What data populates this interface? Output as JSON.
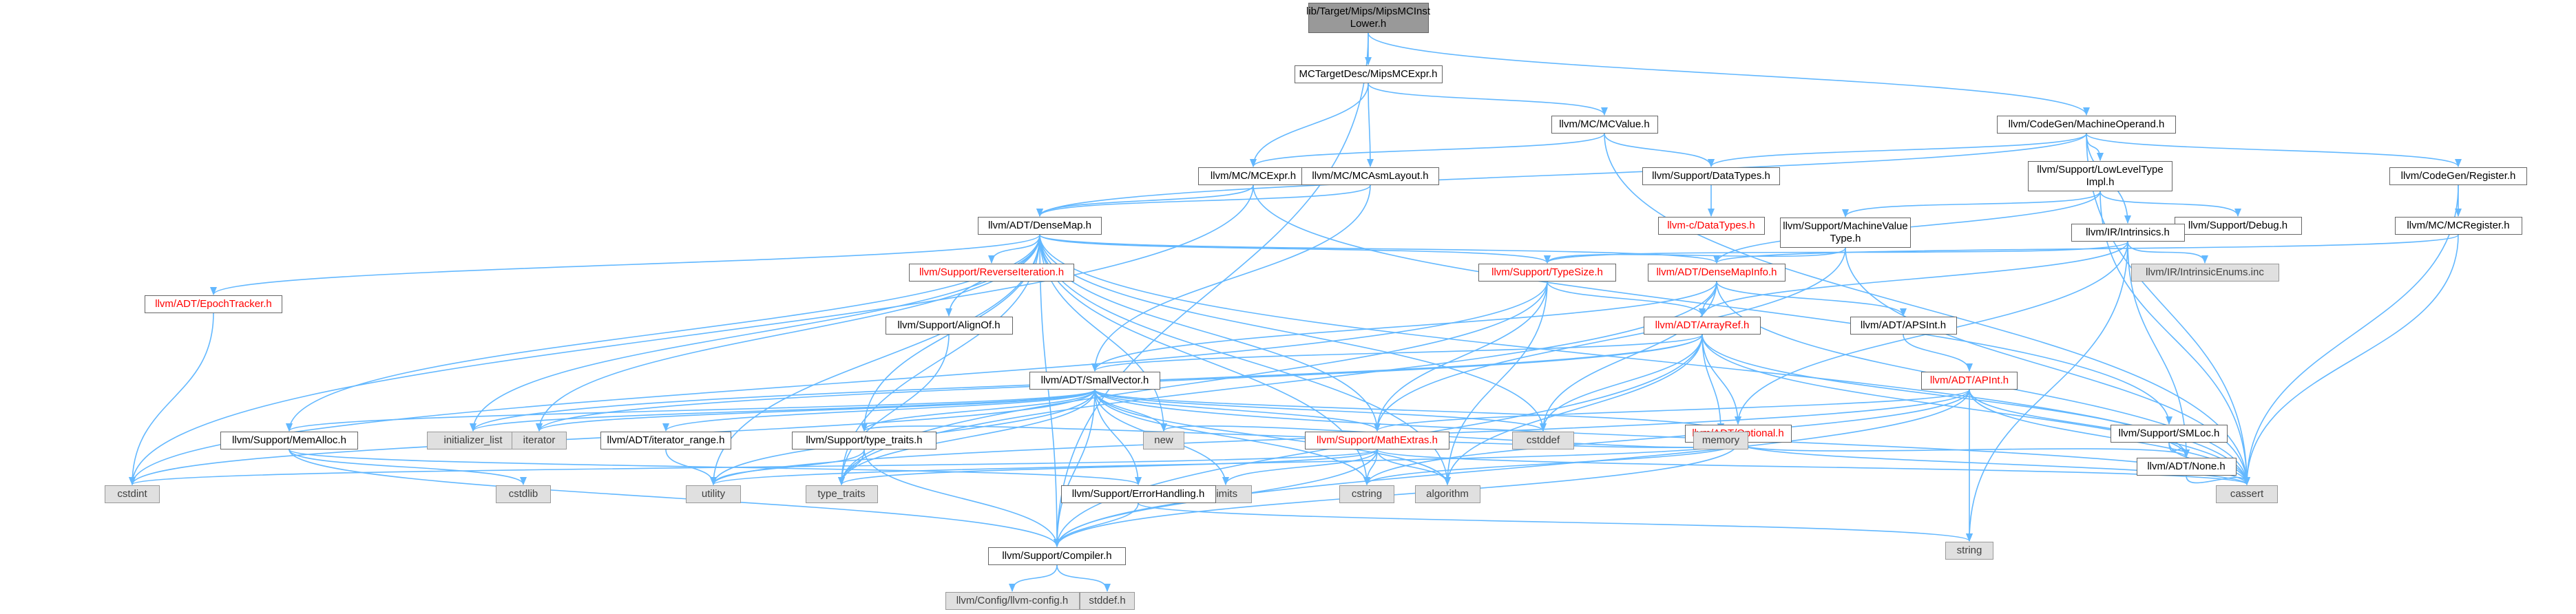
{
  "graph": {
    "edge_color": "#63b8ff",
    "nodes": [
      {
        "id": "root",
        "label": "lib/Target/Mips/MipsMCInst\nLower.h",
        "kind": "root"
      },
      {
        "id": "mipsmcexpr",
        "label": "MCTargetDesc/MipsMCExpr.h",
        "kind": "normal"
      },
      {
        "id": "machineoperand",
        "label": "llvm/CodeGen/MachineOperand.h",
        "kind": "normal"
      },
      {
        "id": "mcvalue",
        "label": "llvm/MC/MCValue.h",
        "kind": "normal"
      },
      {
        "id": "mcexpr",
        "label": "llvm/MC/MCExpr.h",
        "kind": "normal"
      },
      {
        "id": "mcasmlayout",
        "label": "llvm/MC/MCAsmLayout.h",
        "kind": "normal"
      },
      {
        "id": "datatypes",
        "label": "llvm/Support/DataTypes.h",
        "kind": "normal"
      },
      {
        "id": "cdatatypes",
        "label": "llvm-c/DataTypes.h",
        "kind": "red"
      },
      {
        "id": "lowleveltype",
        "label": "llvm/Support/LowLevelType\nImpl.h",
        "kind": "normal"
      },
      {
        "id": "register",
        "label": "llvm/CodeGen/Register.h",
        "kind": "normal"
      },
      {
        "id": "mcregister",
        "label": "llvm/MC/MCRegister.h",
        "kind": "normal"
      },
      {
        "id": "debug",
        "label": "llvm/Support/Debug.h",
        "kind": "normal"
      },
      {
        "id": "densemap",
        "label": "llvm/ADT/DenseMap.h",
        "kind": "normal"
      },
      {
        "id": "machinevaluetype",
        "label": "llvm/Support/MachineValue\nType.h",
        "kind": "normal"
      },
      {
        "id": "intrinsics",
        "label": "llvm/IR/Intrinsics.h",
        "kind": "normal"
      },
      {
        "id": "intrinsicenums",
        "label": "llvm/IR/IntrinsicEnums.inc",
        "kind": "sys"
      },
      {
        "id": "epochtracker",
        "label": "llvm/ADT/EpochTracker.h",
        "kind": "red"
      },
      {
        "id": "reverseiteration",
        "label": "llvm/Support/ReverseIteration.h",
        "kind": "red"
      },
      {
        "id": "typesize",
        "label": "llvm/Support/TypeSize.h",
        "kind": "red"
      },
      {
        "id": "densemapinfo",
        "label": "llvm/ADT/DenseMapInfo.h",
        "kind": "red"
      },
      {
        "id": "alignof",
        "label": "llvm/Support/AlignOf.h",
        "kind": "normal"
      },
      {
        "id": "apsint",
        "label": "llvm/ADT/APSInt.h",
        "kind": "normal"
      },
      {
        "id": "arrayref",
        "label": "llvm/ADT/ArrayRef.h",
        "kind": "red"
      },
      {
        "id": "apint",
        "label": "llvm/ADT/APInt.h",
        "kind": "red"
      },
      {
        "id": "smallvector",
        "label": "llvm/ADT/SmallVector.h",
        "kind": "normal"
      },
      {
        "id": "smloc",
        "label": "llvm/Support/SMLoc.h",
        "kind": "normal"
      },
      {
        "id": "optional",
        "label": "llvm/ADT/Optional.h",
        "kind": "red"
      },
      {
        "id": "memalloc",
        "label": "llvm/Support/MemAlloc.h",
        "kind": "normal"
      },
      {
        "id": "initializer_list",
        "label": "initializer_list",
        "kind": "sys"
      },
      {
        "id": "iterator",
        "label": "iterator",
        "kind": "sys"
      },
      {
        "id": "iterator_range",
        "label": "llvm/ADT/iterator_range.h",
        "kind": "normal"
      },
      {
        "id": "type_traits_h",
        "label": "llvm/Support/type_traits.h",
        "kind": "normal"
      },
      {
        "id": "new",
        "label": "new",
        "kind": "sys"
      },
      {
        "id": "mathextras",
        "label": "llvm/Support/MathExtras.h",
        "kind": "red"
      },
      {
        "id": "cstddef",
        "label": "cstddef",
        "kind": "sys"
      },
      {
        "id": "memory",
        "label": "memory",
        "kind": "sys"
      },
      {
        "id": "none",
        "label": "llvm/ADT/None.h",
        "kind": "normal"
      },
      {
        "id": "cstdint",
        "label": "cstdint",
        "kind": "sys"
      },
      {
        "id": "cstdlib",
        "label": "cstdlib",
        "kind": "sys"
      },
      {
        "id": "utility",
        "label": "utility",
        "kind": "sys"
      },
      {
        "id": "type_traits",
        "label": "type_traits",
        "kind": "sys"
      },
      {
        "id": "limits",
        "label": "limits",
        "kind": "sys"
      },
      {
        "id": "cstring",
        "label": "cstring",
        "kind": "sys"
      },
      {
        "id": "algorithm",
        "label": "algorithm",
        "kind": "sys"
      },
      {
        "id": "errorhandling",
        "label": "llvm/Support/ErrorHandling.h",
        "kind": "normal"
      },
      {
        "id": "cassert",
        "label": "cassert",
        "kind": "sys"
      },
      {
        "id": "string",
        "label": "string",
        "kind": "sys"
      },
      {
        "id": "compiler",
        "label": "llvm/Support/Compiler.h",
        "kind": "normal"
      },
      {
        "id": "llvmconfig",
        "label": "llvm/Config/llvm-config.h",
        "kind": "sys"
      },
      {
        "id": "stddef",
        "label": "stddef.h",
        "kind": "sys"
      }
    ],
    "edges": [
      [
        "root",
        "mipsmcexpr"
      ],
      [
        "root",
        "machineoperand"
      ],
      [
        "root",
        "compiler"
      ],
      [
        "mipsmcexpr",
        "mcexpr"
      ],
      [
        "mipsmcexpr",
        "mcasmlayout"
      ],
      [
        "mipsmcexpr",
        "mcvalue"
      ],
      [
        "mcvalue",
        "mcexpr"
      ],
      [
        "mcvalue",
        "datatypes"
      ],
      [
        "mcvalue",
        "cassert"
      ],
      [
        "mcexpr",
        "densemap"
      ],
      [
        "mcexpr",
        "cstdint"
      ],
      [
        "mcexpr",
        "smloc"
      ],
      [
        "mcasmlayout",
        "densemap"
      ],
      [
        "mcasmlayout",
        "smallvector"
      ],
      [
        "datatypes",
        "cdatatypes"
      ],
      [
        "machineoperand",
        "densemap"
      ],
      [
        "machineoperand",
        "datatypes"
      ],
      [
        "machineoperand",
        "lowleveltype"
      ],
      [
        "machineoperand",
        "register"
      ],
      [
        "machineoperand",
        "intrinsics"
      ],
      [
        "machineoperand",
        "cassert"
      ],
      [
        "register",
        "mcregister"
      ],
      [
        "register",
        "cassert"
      ],
      [
        "mcregister",
        "densemapinfo"
      ],
      [
        "mcregister",
        "cassert"
      ],
      [
        "lowleveltype",
        "machinevaluetype"
      ],
      [
        "lowleveltype",
        "debug"
      ],
      [
        "lowleveltype",
        "cassert"
      ],
      [
        "lowleveltype",
        "densemapinfo"
      ],
      [
        "machinevaluetype",
        "typesize"
      ],
      [
        "machinevaluetype",
        "mathextras"
      ],
      [
        "machinevaluetype",
        "cassert"
      ],
      [
        "intrinsics",
        "intrinsicenums"
      ],
      [
        "intrinsics",
        "arrayref"
      ],
      [
        "intrinsics",
        "none"
      ],
      [
        "intrinsics",
        "optional"
      ],
      [
        "intrinsics",
        "typesize"
      ],
      [
        "intrinsics",
        "string"
      ],
      [
        "densemap",
        "epochtracker"
      ],
      [
        "densemap",
        "reverseiteration"
      ],
      [
        "densemap",
        "typesize"
      ],
      [
        "densemap",
        "densemapinfo"
      ],
      [
        "densemap",
        "alignof"
      ],
      [
        "densemap",
        "compiler"
      ],
      [
        "densemap",
        "memalloc"
      ],
      [
        "densemap",
        "initializer_list"
      ],
      [
        "densemap",
        "iterator"
      ],
      [
        "densemap",
        "mathextras"
      ],
      [
        "densemap",
        "type_traits_h"
      ],
      [
        "densemap",
        "type_traits"
      ],
      [
        "densemap",
        "utility"
      ],
      [
        "densemap",
        "algorithm"
      ],
      [
        "densemap",
        "cstddef"
      ],
      [
        "densemap",
        "cstring"
      ],
      [
        "densemap",
        "new"
      ],
      [
        "densemap",
        "cassert"
      ],
      [
        "epochtracker",
        "cstdint"
      ],
      [
        "typesize",
        "arrayref"
      ],
      [
        "typesize",
        "mathextras"
      ],
      [
        "typesize",
        "algorithm"
      ],
      [
        "typesize",
        "cstdint"
      ],
      [
        "typesize",
        "type_traits"
      ],
      [
        "densemapinfo",
        "apsint"
      ],
      [
        "densemapinfo",
        "arrayref"
      ],
      [
        "densemapinfo",
        "cassert"
      ],
      [
        "densemapinfo",
        "cstddef"
      ],
      [
        "densemapinfo",
        "type_traits"
      ],
      [
        "densemapinfo",
        "smallvector"
      ],
      [
        "apsint",
        "apint"
      ],
      [
        "apint",
        "compiler"
      ],
      [
        "apint",
        "mathextras"
      ],
      [
        "apint",
        "cassert"
      ],
      [
        "apint",
        "string"
      ],
      [
        "apint",
        "utility"
      ],
      [
        "apint",
        "cstring"
      ],
      [
        "apint",
        "none"
      ],
      [
        "alignof",
        "type_traits"
      ],
      [
        "arrayref",
        "smallvector"
      ],
      [
        "arrayref",
        "none"
      ],
      [
        "arrayref",
        "compiler"
      ],
      [
        "arrayref",
        "memory"
      ],
      [
        "arrayref",
        "algorithm"
      ],
      [
        "arrayref",
        "cstddef"
      ],
      [
        "arrayref",
        "iterator"
      ],
      [
        "arrayref",
        "initializer_list"
      ],
      [
        "arrayref",
        "cassert"
      ],
      [
        "arrayref",
        "optional"
      ],
      [
        "smallvector",
        "compiler"
      ],
      [
        "smallvector",
        "memalloc"
      ],
      [
        "smallvector",
        "type_traits_h"
      ],
      [
        "smallvector",
        "iterator_range"
      ],
      [
        "smallvector",
        "errorhandling"
      ],
      [
        "smallvector",
        "mathextras"
      ],
      [
        "smallvector",
        "algorithm"
      ],
      [
        "smallvector",
        "cassert"
      ],
      [
        "smallvector",
        "cstddef"
      ],
      [
        "smallvector",
        "cstring"
      ],
      [
        "smallvector",
        "initializer_list"
      ],
      [
        "smallvector",
        "iterator"
      ],
      [
        "smallvector",
        "limits"
      ],
      [
        "smallvector",
        "memory"
      ],
      [
        "smallvector",
        "new"
      ],
      [
        "smallvector",
        "type_traits"
      ],
      [
        "smallvector",
        "utility"
      ],
      [
        "smallvector",
        "cstdint"
      ],
      [
        "optional",
        "none"
      ],
      [
        "optional",
        "compiler"
      ],
      [
        "optional",
        "type_traits_h"
      ],
      [
        "optional",
        "cassert"
      ],
      [
        "optional",
        "new"
      ],
      [
        "optional",
        "utility"
      ],
      [
        "optional",
        "memory"
      ],
      [
        "optional",
        "cstring"
      ],
      [
        "smloc",
        "none"
      ],
      [
        "smloc",
        "cassert"
      ],
      [
        "memalloc",
        "compiler"
      ],
      [
        "memalloc",
        "errorhandling"
      ],
      [
        "memalloc",
        "cstdlib"
      ],
      [
        "iterator_range",
        "utility"
      ],
      [
        "type_traits_h",
        "compiler"
      ],
      [
        "type_traits_h",
        "type_traits"
      ],
      [
        "type_traits_h",
        "utility"
      ],
      [
        "mathextras",
        "compiler"
      ],
      [
        "mathextras",
        "cassert"
      ],
      [
        "mathextras",
        "algorithm"
      ],
      [
        "mathextras",
        "cstring"
      ],
      [
        "mathextras",
        "limits"
      ],
      [
        "mathextras",
        "type_traits"
      ],
      [
        "mathextras",
        "cstdint"
      ],
      [
        "errorhandling",
        "compiler"
      ],
      [
        "errorhandling",
        "string"
      ],
      [
        "none",
        "cassert"
      ],
      [
        "compiler",
        "llvmconfig"
      ],
      [
        "compiler",
        "stddef"
      ]
    ]
  }
}
